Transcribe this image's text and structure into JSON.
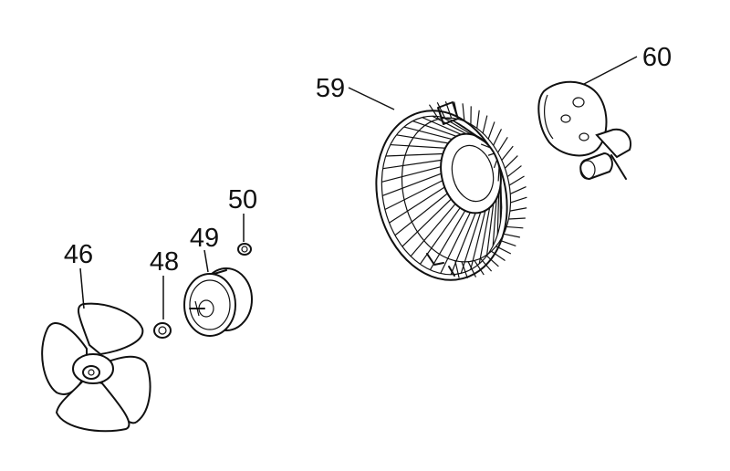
{
  "diagram": {
    "type": "exploded-parts-view",
    "parts": [
      {
        "id": "fan-blade",
        "callout": "46"
      },
      {
        "id": "nut",
        "callout": "48"
      },
      {
        "id": "motor",
        "callout": "49"
      },
      {
        "id": "washer",
        "callout": "50"
      },
      {
        "id": "fan-guard",
        "callout": "59"
      },
      {
        "id": "mounting-bracket",
        "callout": "60"
      }
    ]
  }
}
